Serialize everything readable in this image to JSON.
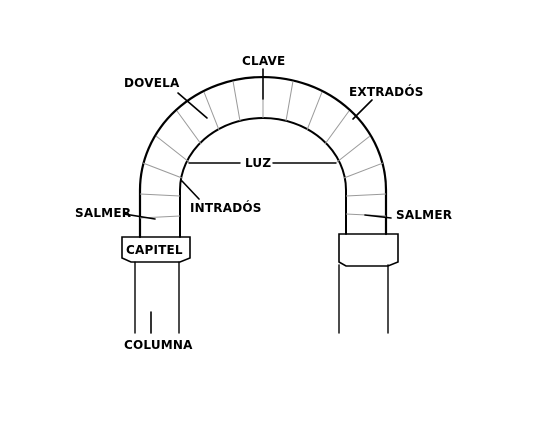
{
  "labels": {
    "clave": "CLAVE",
    "dovela": "DOVELA",
    "extrados": "EXTRADÓS",
    "luz": "LUZ",
    "intrados": "INTRADÓS",
    "salmer_left": "SALMER",
    "salmer_right": "SALMER",
    "capitel": "CAPITEL",
    "columna": "COLUMNA"
  },
  "colors": {
    "ink": "#000000",
    "joints": "#9a9a9a",
    "background": "#ffffff"
  }
}
